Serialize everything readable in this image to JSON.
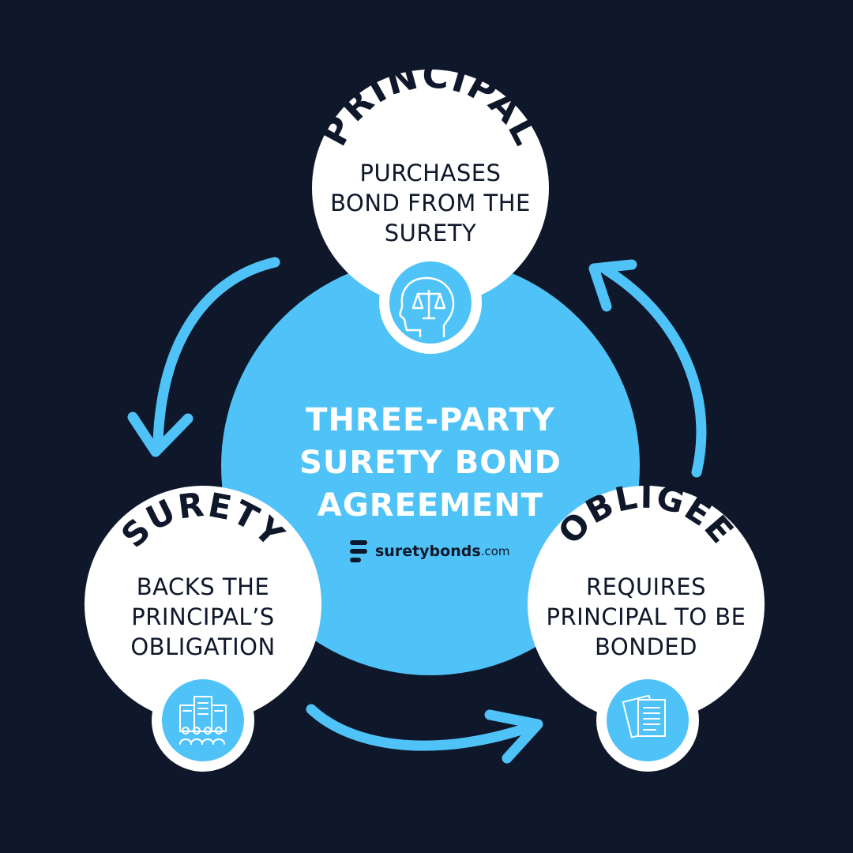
{
  "colors": {
    "background": "#0f172a",
    "accent": "#4fc3f7",
    "node_fill": "#ffffff",
    "text_dark": "#0f172a"
  },
  "center": {
    "title_lines": [
      "THREE-PARTY",
      "SURETY BOND",
      "AGREEMENT"
    ],
    "logo": {
      "word": "suretybonds",
      "suffix": ".com"
    }
  },
  "nodes": {
    "principal": {
      "title": "PRINCIPAL",
      "lines": [
        "PURCHASES",
        "BOND FROM THE",
        "SURETY"
      ],
      "icon": "head-with-scales-icon"
    },
    "surety": {
      "title": "SURETY",
      "lines": [
        "BACKS THE",
        "PRINCIPAL’S",
        "OBLIGATION"
      ],
      "icon": "building-with-people-icon"
    },
    "obligee": {
      "title": "OBLIGEE",
      "lines": [
        "REQUIRES",
        "PRINCIPAL TO BE",
        "BONDED"
      ],
      "icon": "documents-icon"
    }
  }
}
